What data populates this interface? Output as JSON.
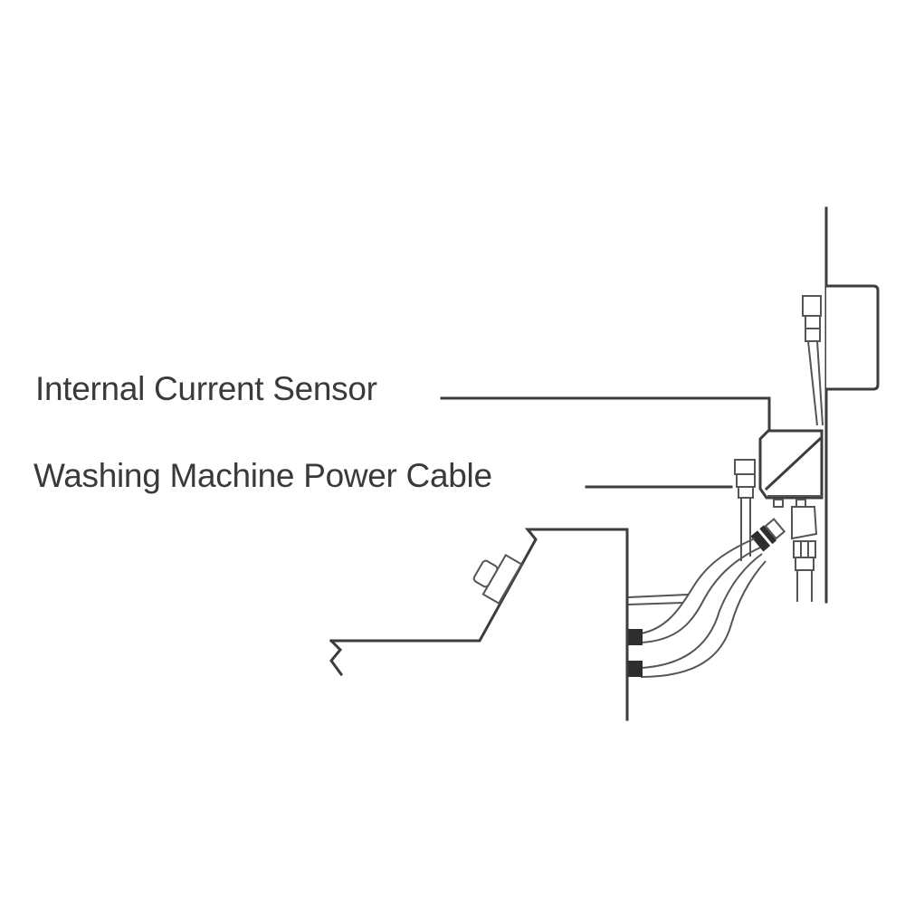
{
  "diagram": {
    "labels": {
      "internal_current_sensor": "Internal Current Sensor",
      "washing_machine_power_cable": "Washing Machine Power Cable"
    },
    "components": [
      "wall",
      "wall-outlet-box",
      "power-plug",
      "internal-current-sensor-box",
      "water-valve-connector",
      "water-hoses",
      "washing-machine-body",
      "washing-machine-control-panel"
    ],
    "colors": {
      "line": "#3d3d3d",
      "text": "#3a3a3a",
      "background": "#ffffff"
    }
  }
}
